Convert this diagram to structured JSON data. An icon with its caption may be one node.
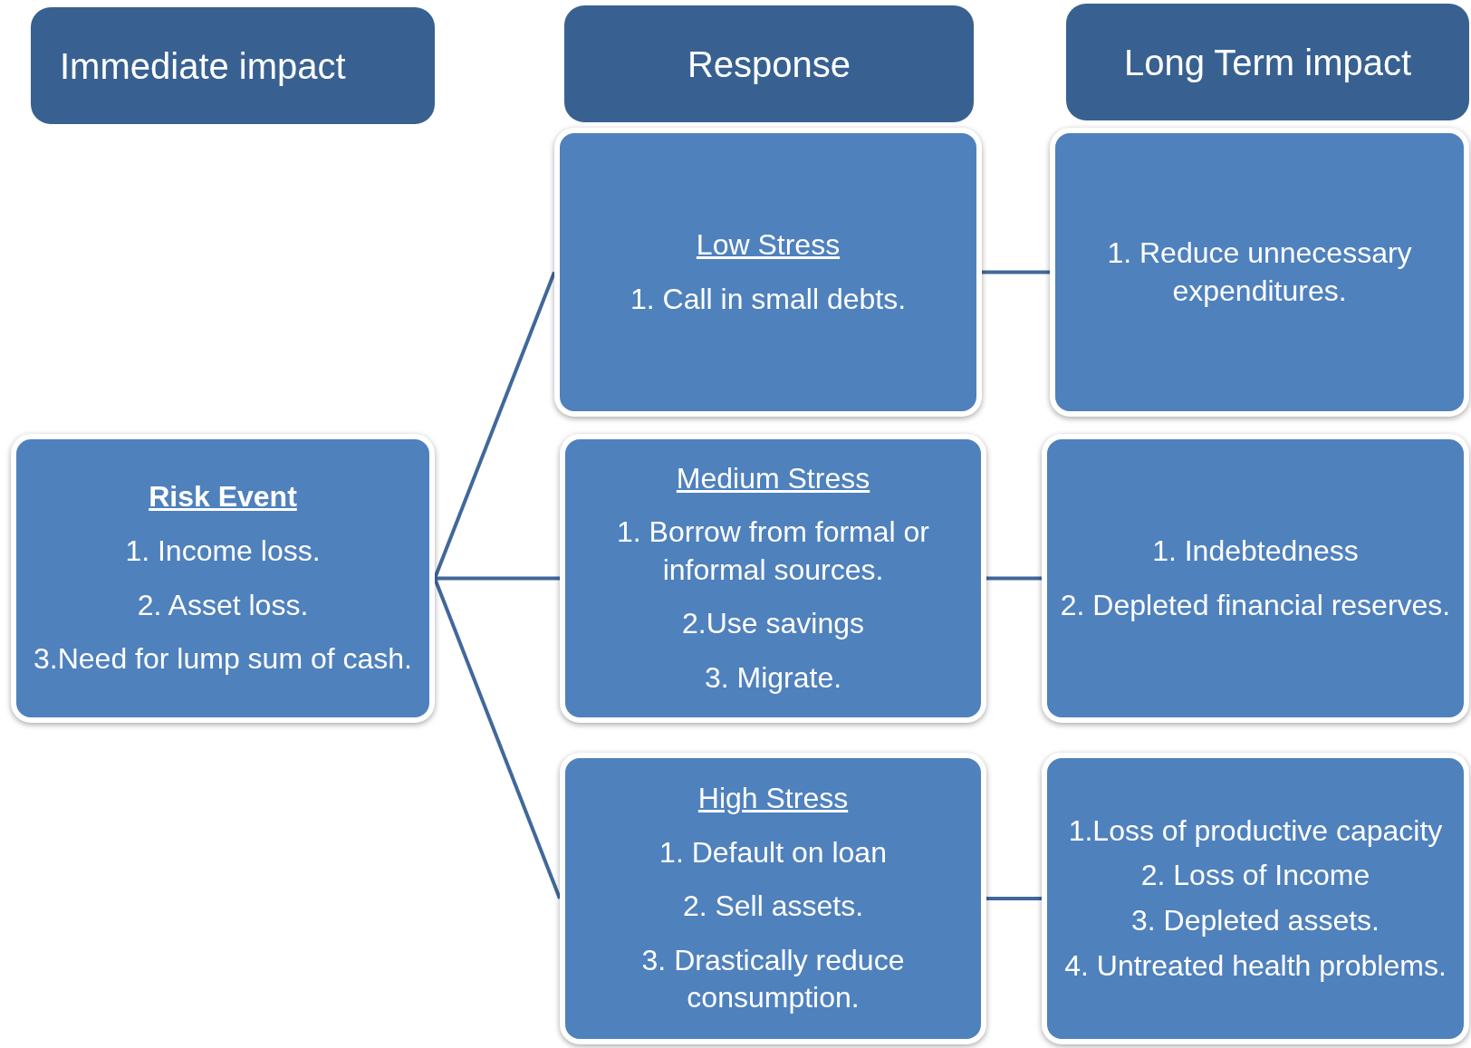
{
  "diagram": {
    "nodes": [
      {
        "text": [
          "Immediate impact"
        ]
      },
      {
        "text": [
          "Response"
        ]
      },
      {
        "text": [
          "Long Term impact"
        ]
      },
      {
        "text": [
          "Risk Event",
          "1. Income loss.",
          "2. Asset loss.",
          "3.Need for lump sum of cash."
        ]
      },
      {
        "text": [
          "Low Stress",
          "1. Call in small debts."
        ]
      },
      {
        "text": [
          "1. Reduce unnecessary expenditures."
        ]
      },
      {
        "text": [
          "Medium Stress",
          "1. Borrow from formal or informal sources.",
          "2.Use savings",
          "3. Migrate."
        ]
      },
      {
        "text": [
          "1. Indebtedness",
          "2. Depleted financial reserves."
        ]
      },
      {
        "text": [
          "High Stress",
          "1. Default on loan",
          "2. Sell assets.",
          "3. Drastically reduce consumption."
        ]
      },
      {
        "text": [
          "1.Loss of productive capacity",
          "2. Loss of Income",
          "3. Depleted assets.",
          "4. Untreated health problems."
        ]
      }
    ],
    "edges": [
      {
        "from": 3,
        "to": 4,
        "arrow": "none"
      },
      {
        "from": 3,
        "to": 6,
        "arrow": "none"
      },
      {
        "from": 3,
        "to": 8,
        "arrow": "none"
      },
      {
        "from": 4,
        "to": 5,
        "arrow": "none"
      },
      {
        "from": 6,
        "to": 7,
        "arrow": "none"
      },
      {
        "from": 8,
        "to": 9,
        "arrow": "none"
      }
    ]
  }
}
